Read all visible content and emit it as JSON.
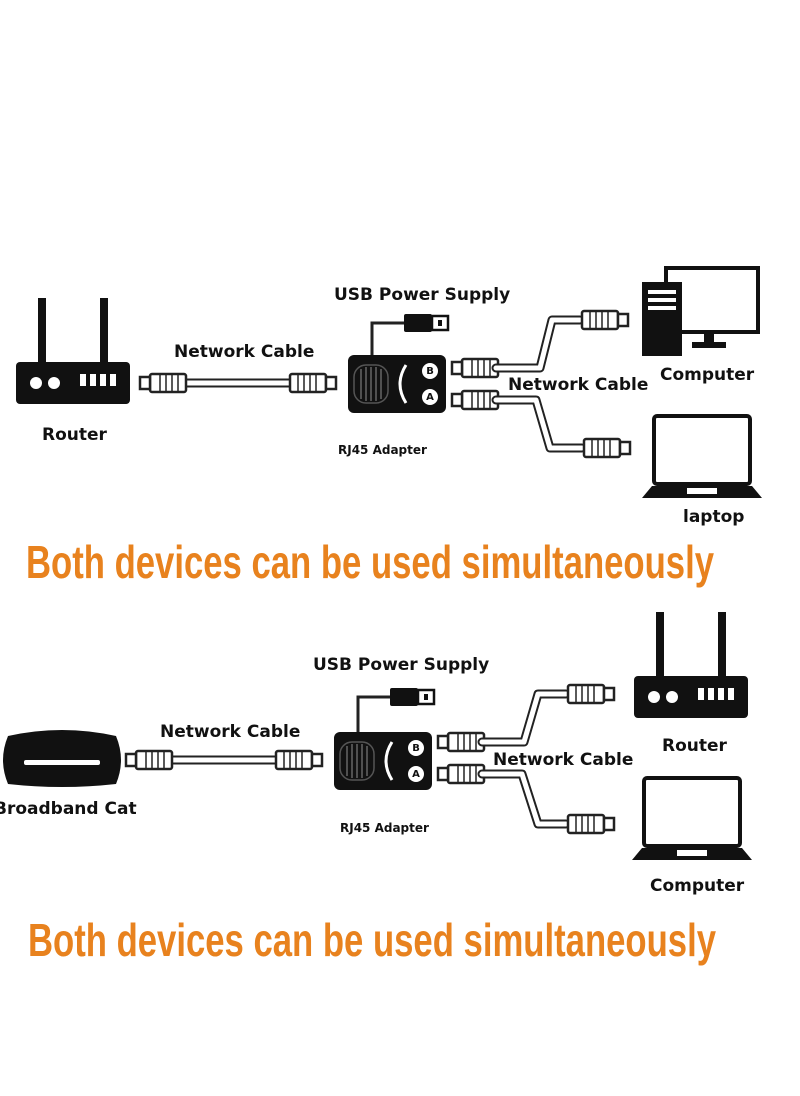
{
  "colors": {
    "banner": "#E8821E",
    "ink": "#111111",
    "bg": "#ffffff"
  },
  "diagram_top": {
    "usb_label": "USB Power Supply",
    "cable_left_label": "Network Cable",
    "cable_right_label": "Network Cable",
    "adapter_label": "RJ45 Adapter",
    "source_label": "Router",
    "device_a_label": "Computer",
    "device_b_label": "laptop",
    "port_a": "A",
    "port_b": "B",
    "banner": "Both devices can be used simultaneously"
  },
  "diagram_bottom": {
    "usb_label": "USB Power Supply",
    "cable_left_label": "Network Cable",
    "cable_right_label": "Network Cable",
    "adapter_label": "RJ45 Adapter",
    "source_label": "Broadband Cat",
    "device_a_label": "Router",
    "device_b_label": "Computer",
    "port_a": "A",
    "port_b": "B",
    "banner": "Both devices can be used simultaneously"
  }
}
